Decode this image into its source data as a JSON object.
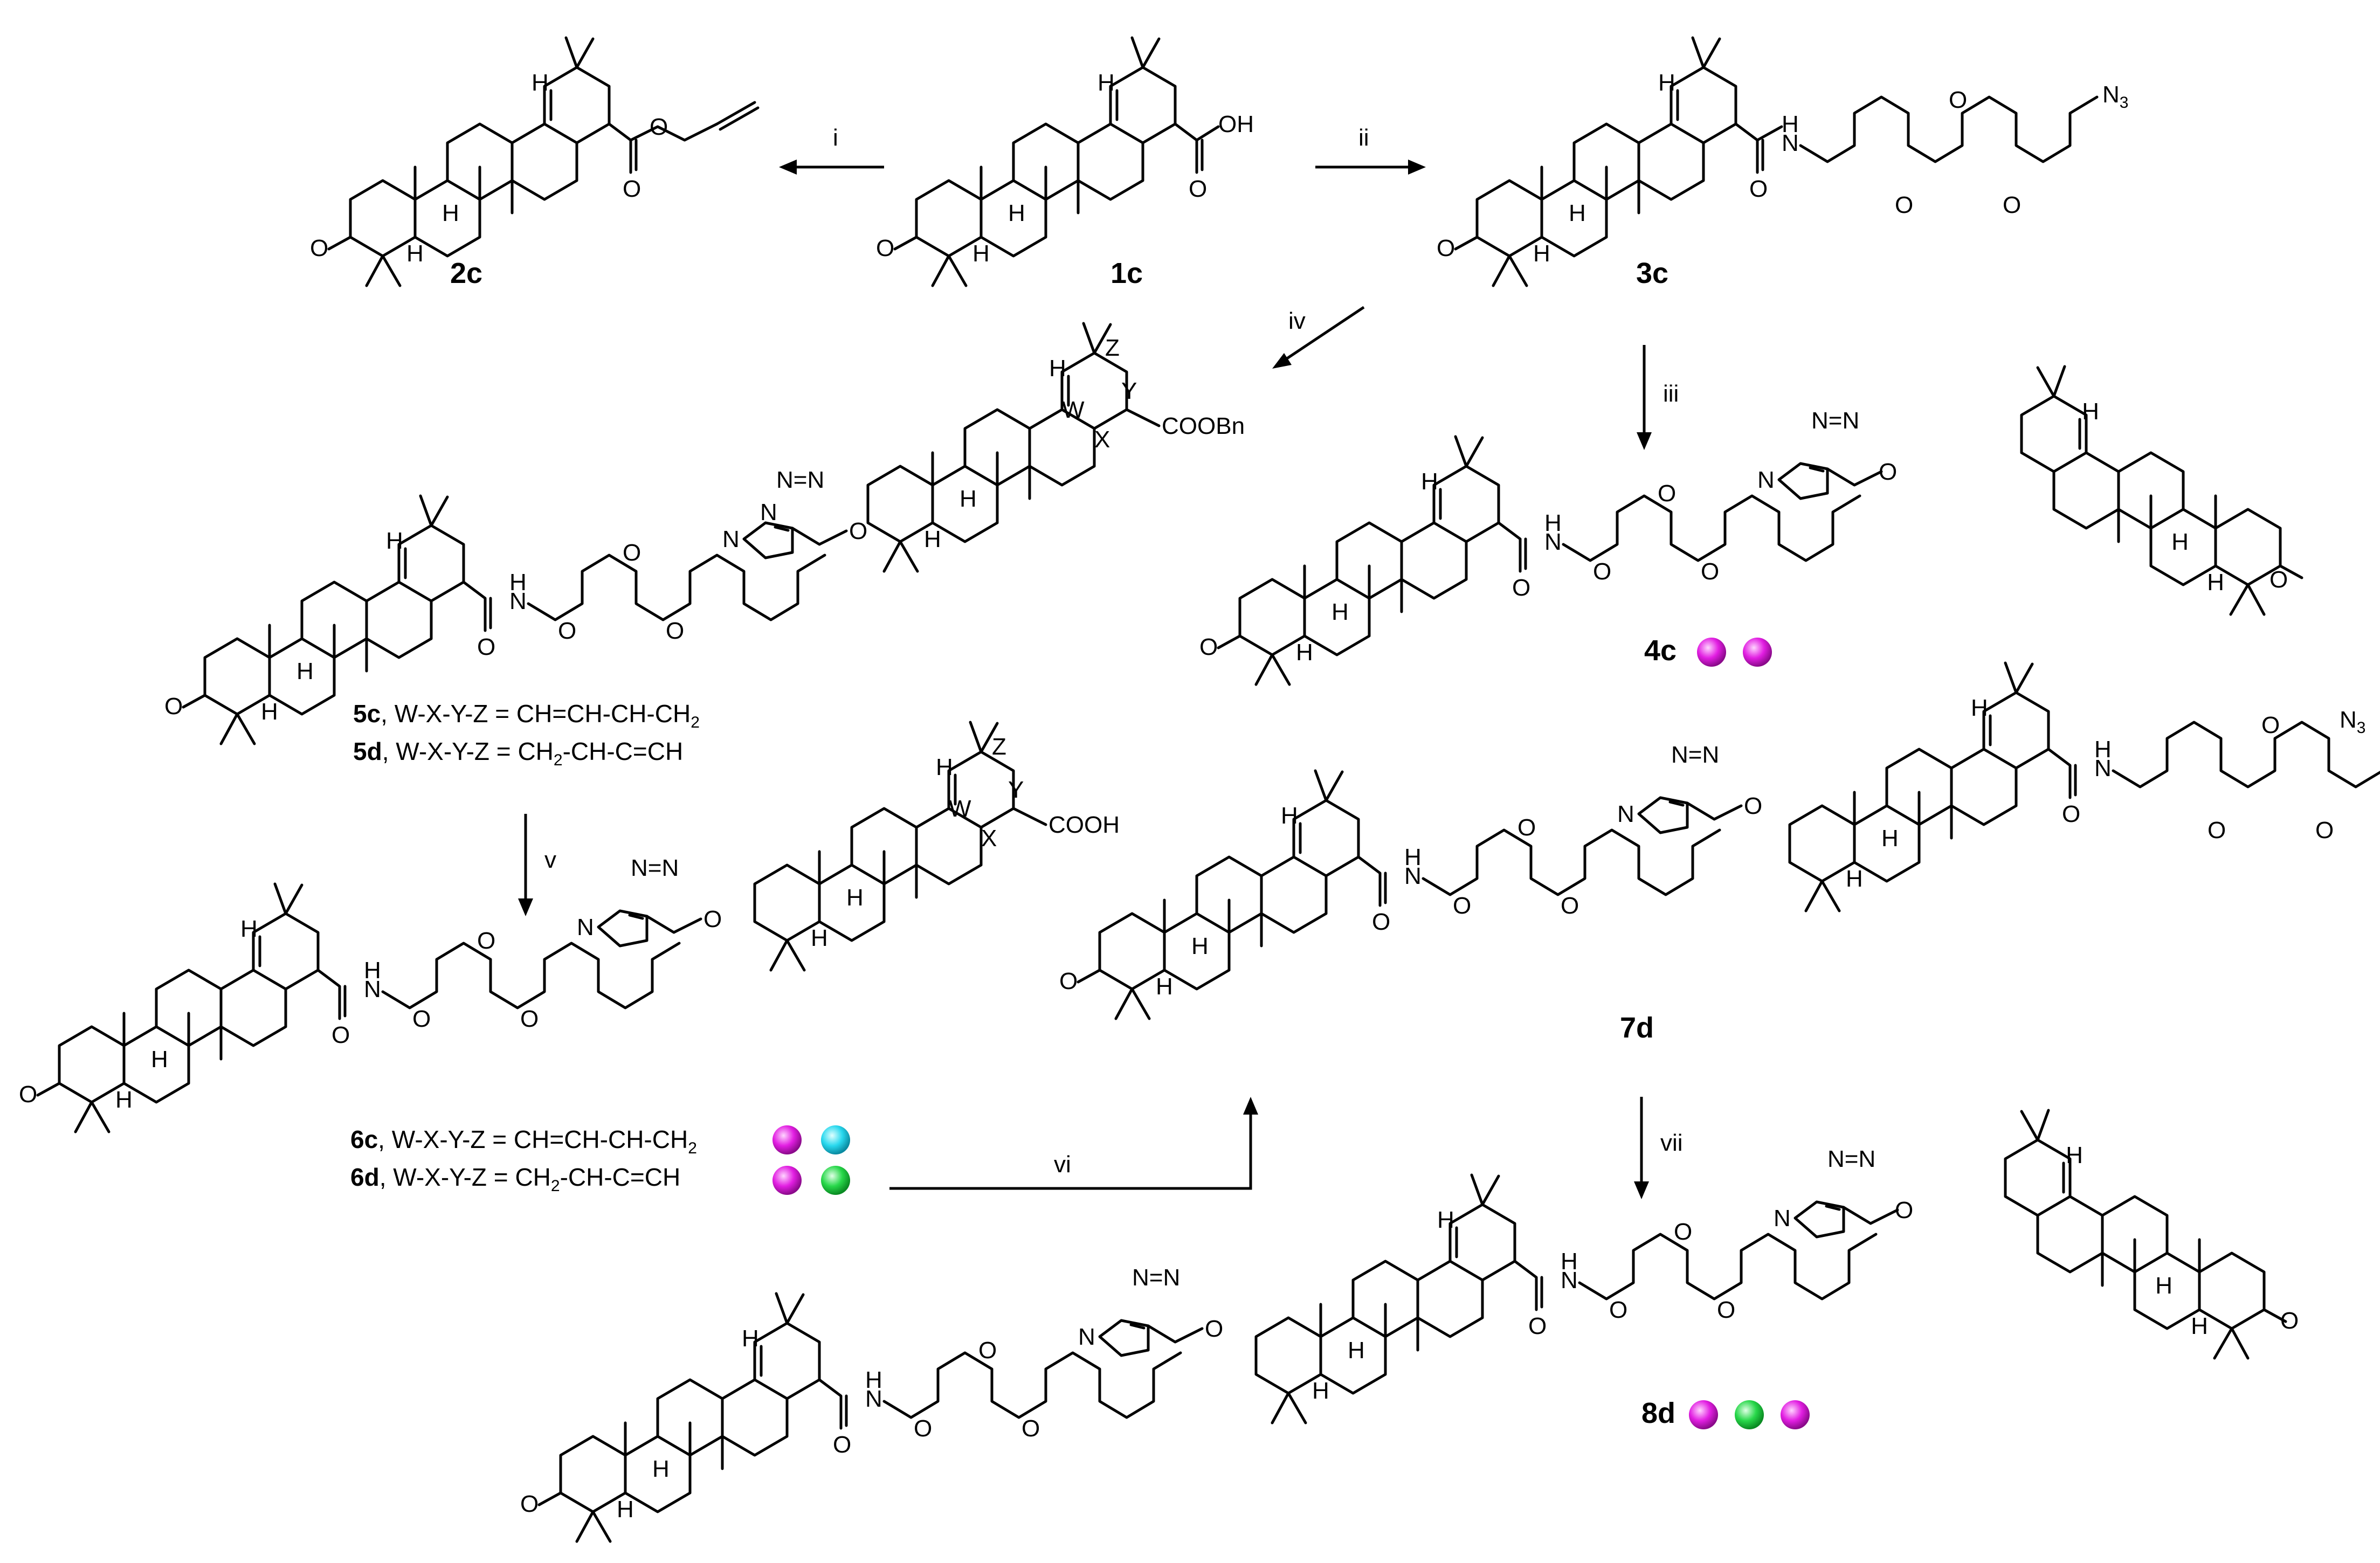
{
  "compounds": {
    "c1": "1c",
    "c2": "2c",
    "c3": "3c",
    "c4": "4c",
    "c7": "7d",
    "c8": "8d"
  },
  "conditions": {
    "i": "i",
    "ii": "ii",
    "iii": "iii",
    "iv": "iv",
    "v": "v",
    "vi": "vi",
    "vii": "vii"
  },
  "captions": {
    "c5_id": "5c",
    "c5_text": ", W-X-Y-Z = CH=CH-CH-CH",
    "c5_sub": "2",
    "d5_id": "5d",
    "d5_text": ", W-X-Y-Z = CH",
    "d5_sub": "2",
    "d5_rest": "-CH-C=CH",
    "c6_id": "6c",
    "c6_text": ", W-X-Y-Z = CH=CH-CH-CH",
    "c6_sub": "2",
    "d6_id": "6d",
    "d6_text": ", W-X-Y-Z = CH",
    "d6_sub": "2",
    "d6_rest": "-CH-C=CH"
  },
  "atoms": {
    "O": "O",
    "OH": "OH",
    "H": "H",
    "N": "N",
    "N3": "N",
    "N3_sub": "3",
    "COOBn": "COOBn",
    "COOH": "COOH",
    "W": "W",
    "X": "X",
    "Y": "Y",
    "Z": "Z"
  },
  "dot_colors": {
    "magenta": "#e21ee2",
    "cyan": "#28d8ee",
    "green": "#28d84a"
  },
  "markers": {
    "c4": [
      "magenta",
      "magenta"
    ],
    "c6": [
      "magenta",
      "cyan"
    ],
    "d6": [
      "magenta",
      "green"
    ],
    "c8": [
      "magenta",
      "green",
      "magenta"
    ]
  }
}
